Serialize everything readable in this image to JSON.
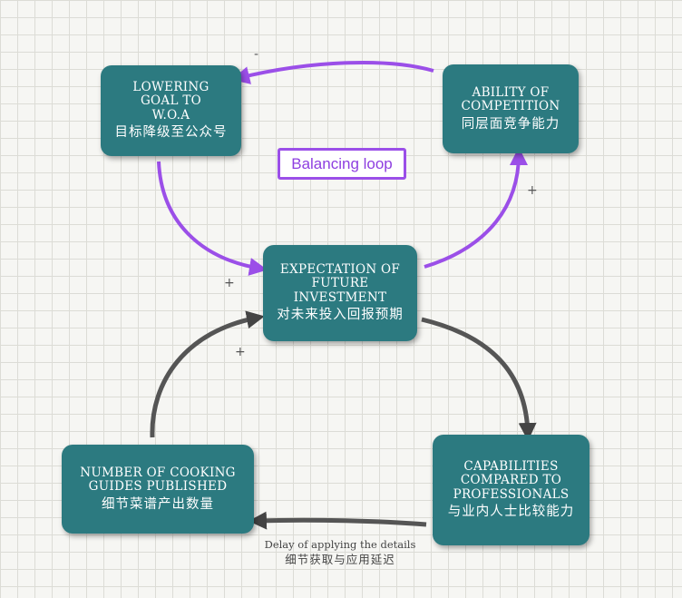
{
  "nodes": {
    "lowering_goal": {
      "en": "LOWERING\nGOAL TO\nW.O.A",
      "zh": "目标降级至公众号"
    },
    "ability_competition": {
      "en": "ABILITY OF\nCOMPETITION",
      "zh": "同层面竞争能力"
    },
    "expectation_investment": {
      "en": "EXPECTATION OF\nFUTURE\nINVESTMENT",
      "zh": "对未来投入回报预期"
    },
    "cooking_guides": {
      "en": "NUMBER OF COOKING\nGUIDES PUBLISHED",
      "zh": "细节菜谱产出数量"
    },
    "capabilities_professionals": {
      "en": "CAPABILITIES\nCOMPARED TO\nPROFESSIONALS",
      "zh": "与业内人士比较能力"
    }
  },
  "balancing_label": "Balancing loop",
  "delay_label": {
    "en": "Delay of applying the details",
    "zh": "细节获取与应用延迟"
  },
  "link_signs": {
    "ability_to_lowering": "-",
    "expectation_to_ability": "+",
    "lowering_to_expectation": "+",
    "guides_to_expectation": "+"
  },
  "colors": {
    "node_fill": "#2c7a80",
    "balancing_accent": "#9b4fe8",
    "causal_arrow": "#555555",
    "background": "#f6f6f3"
  }
}
